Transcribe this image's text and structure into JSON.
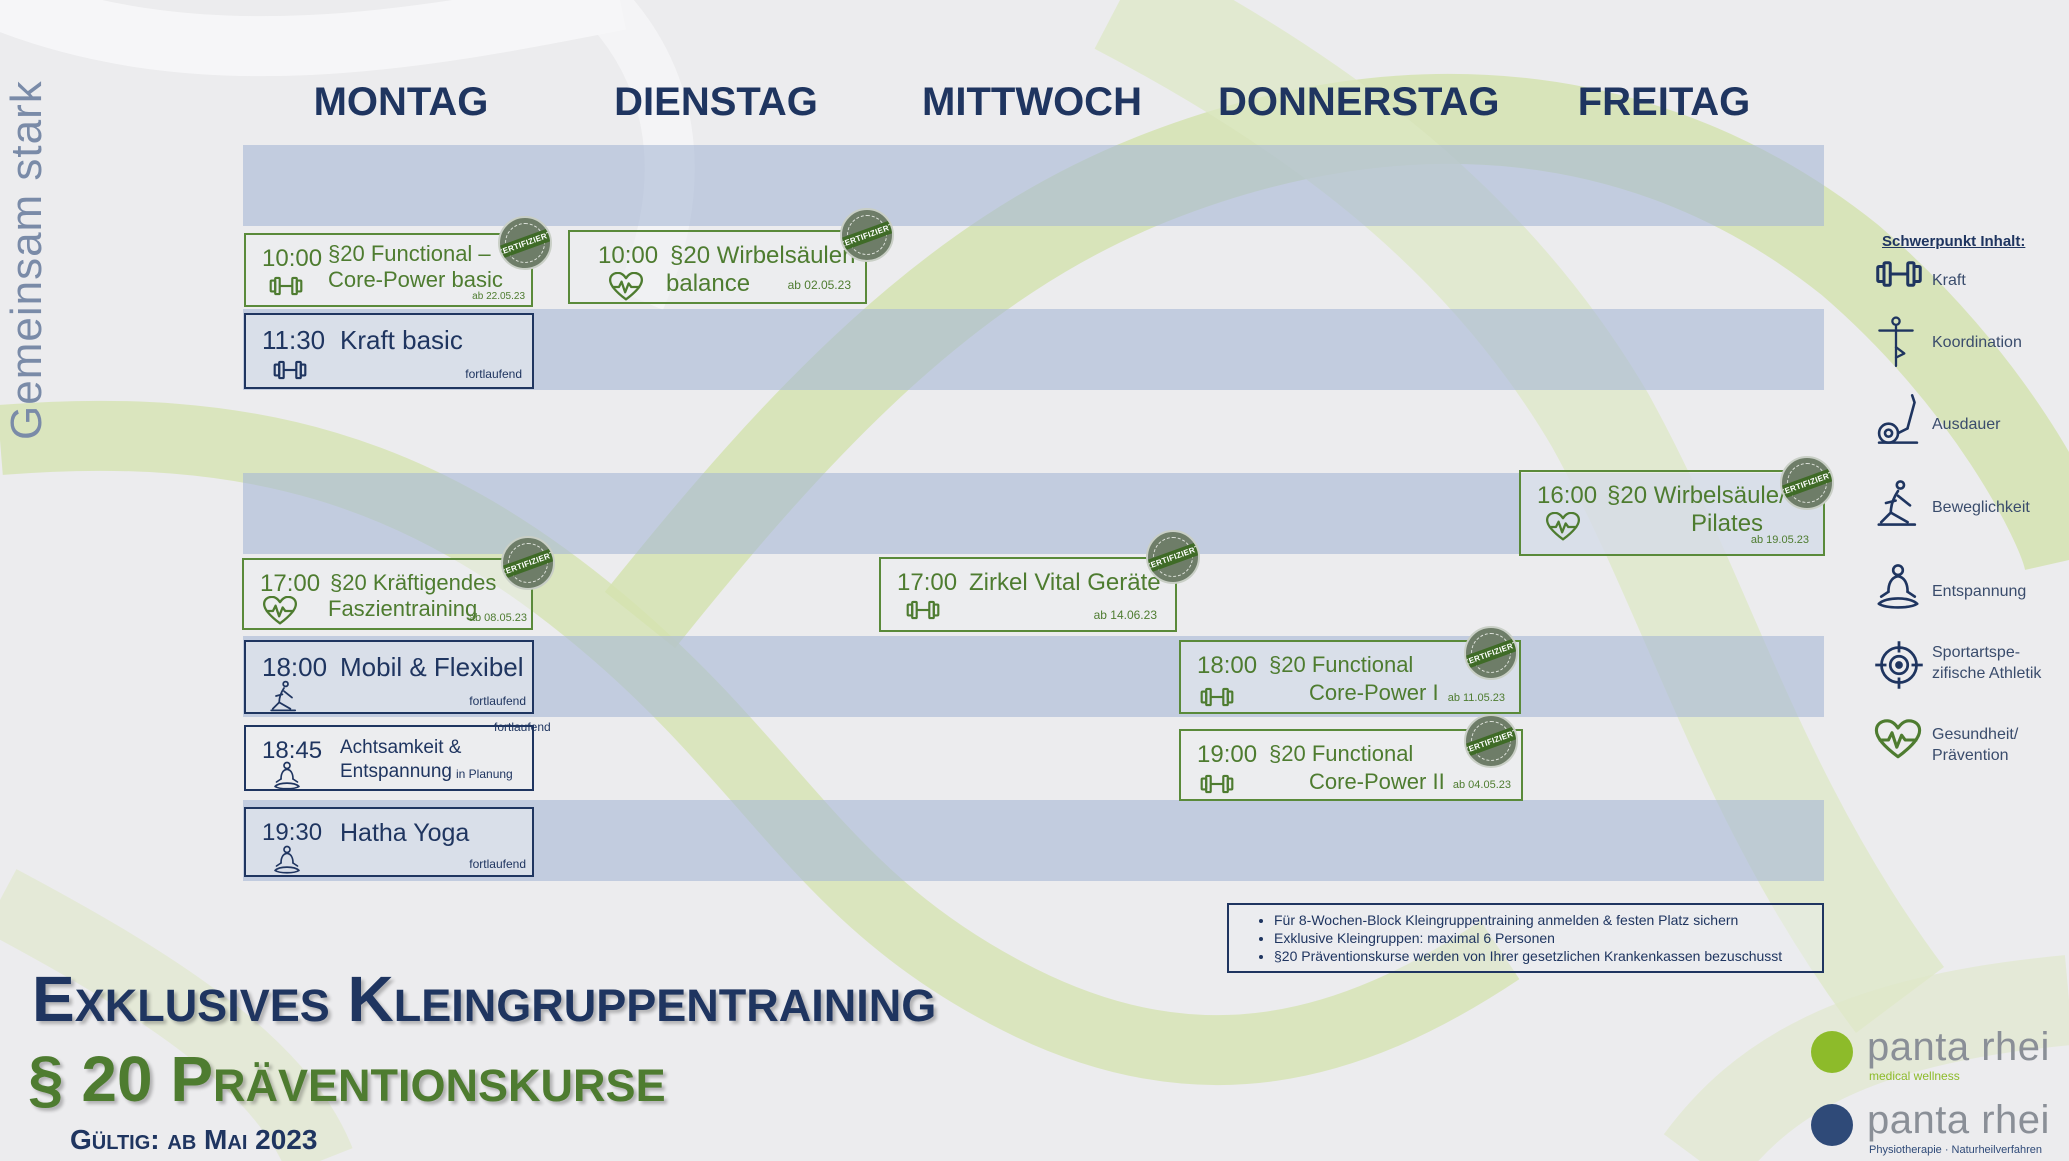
{
  "slogan": "Gemeinsam stark",
  "days": [
    "MONTAG",
    "DIENSTAG",
    "MITTWOCH",
    "DONNERSTAG",
    "FREITAG"
  ],
  "courses": [
    {
      "time": "10:00",
      "title": "§20 Functional –",
      "title2": "Core-Power basic",
      "note": "ab 22.05.23",
      "icon": "dumbbell-icon",
      "certified": true
    },
    {
      "time": "10:00",
      "title": "§20 Wirbelsäulen-",
      "title2": "balance",
      "note": "ab 02.05.23",
      "icon": "heart-pulse-icon",
      "certified": true
    },
    {
      "time": "11:30",
      "title": "Kraft basic",
      "title2": "",
      "note": "fortlaufend",
      "icon": "dumbbell-icon",
      "certified": false
    },
    {
      "time": "16:00",
      "title": "§20  Wirbelsäule/",
      "title2": "Pilates",
      "note": "ab 19.05.23",
      "icon": "heart-pulse-icon",
      "certified": true
    },
    {
      "time": "17:00",
      "title": "§20 Kräftigendes",
      "title2": "Faszientraining",
      "note": "ab 08.05.23",
      "icon": "heart-pulse-icon",
      "certified": true
    },
    {
      "time": "17:00",
      "title": "Zirkel Vital Geräte",
      "title2": "",
      "note": "ab 14.06.23",
      "icon": "dumbbell-icon",
      "certified": true
    },
    {
      "time": "18:00",
      "title": "Mobil & Flexibel",
      "title2": "",
      "note": "fortlaufend",
      "note2": "fortlaufend",
      "icon": "stretch-icon",
      "certified": false
    },
    {
      "time": "18:00",
      "title": "§20 Functional",
      "title2": "Core-Power I",
      "note": "ab 11.05.23",
      "icon": "dumbbell-icon",
      "certified": true
    },
    {
      "time": "18:45",
      "title": "Achtsamkeit &",
      "title2": "Entspannung",
      "note": "in Planung",
      "icon": "meditation-icon",
      "certified": false
    },
    {
      "time": "19:00",
      "title": "§20 Functional",
      "title2": "Core-Power II",
      "note": "ab 04.05.23",
      "icon": "dumbbell-icon",
      "certified": true
    },
    {
      "time": "19:30",
      "title": "Hatha Yoga",
      "title2": "",
      "note": "fortlaufend",
      "icon": "meditation-icon",
      "certified": false
    }
  ],
  "certificate_label": "ZERTIFIZIERT",
  "legend": {
    "title": "Schwerpunkt Inhalt:",
    "items": [
      {
        "label": "Kraft",
        "icon": "dumbbell-icon"
      },
      {
        "label": "Koordination",
        "icon": "balance-pose-icon"
      },
      {
        "label": "Ausdauer",
        "icon": "elliptical-trainer-icon"
      },
      {
        "label": "Beweglichkeit",
        "icon": "stretch-icon"
      },
      {
        "label": "Entspannung",
        "icon": "meditation-icon"
      },
      {
        "label": "Sportartspe-\nzifische Athletik",
        "icon": "target-icon"
      },
      {
        "label": "Gesundheit/\nPrävention",
        "icon": "heart-pulse-icon"
      }
    ]
  },
  "info": [
    "Für 8-Wochen-Block Kleingruppentraining anmelden & festen Platz sichern",
    "Exklusive Kleingruppen: maximal 6 Personen",
    "§20 Präventionskurse werden von Ihrer gesetzlichen Krankenkassen bezuschusst"
  ],
  "headline1": "Exklusives Kleingruppentraining",
  "headline2": "§ 20 Präventionskurse",
  "valid": "Gültig: ab Mai 2023",
  "logos": [
    {
      "name": "panta rhei",
      "sub": "medical wellness",
      "color": "#8dbb2a"
    },
    {
      "name": "panta rhei",
      "sub": "Physiotherapie · Naturheilverfahren",
      "color": "#2f4a78"
    }
  ],
  "colors": {
    "navy": "#1f3560",
    "green": "#4e7c30",
    "band": "#a7b8d6",
    "background": "#ececee"
  }
}
